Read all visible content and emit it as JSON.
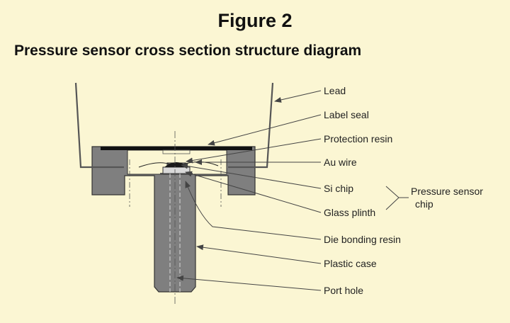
{
  "figure": {
    "title": "Figure 2",
    "subtitle": "Pressure sensor cross section structure diagram"
  },
  "labels": {
    "lead": "Lead",
    "label_seal": "Label seal",
    "protection_resin": "Protection resin",
    "au_wire": "Au wire",
    "si_chip": "Si chip",
    "glass_plinth": "Glass plinth",
    "die_bonding_resin": "Die bonding resin",
    "plastic_case": "Plastic case",
    "port_hole": "Port hole"
  },
  "group_label": {
    "line1": "Pressure sensor",
    "line2": "chip"
  },
  "colors": {
    "background": "#fbf6d3",
    "case_fill": "#7f7f7f",
    "outline": "#333333",
    "label_seal": "#111111",
    "leader": "#444444"
  }
}
